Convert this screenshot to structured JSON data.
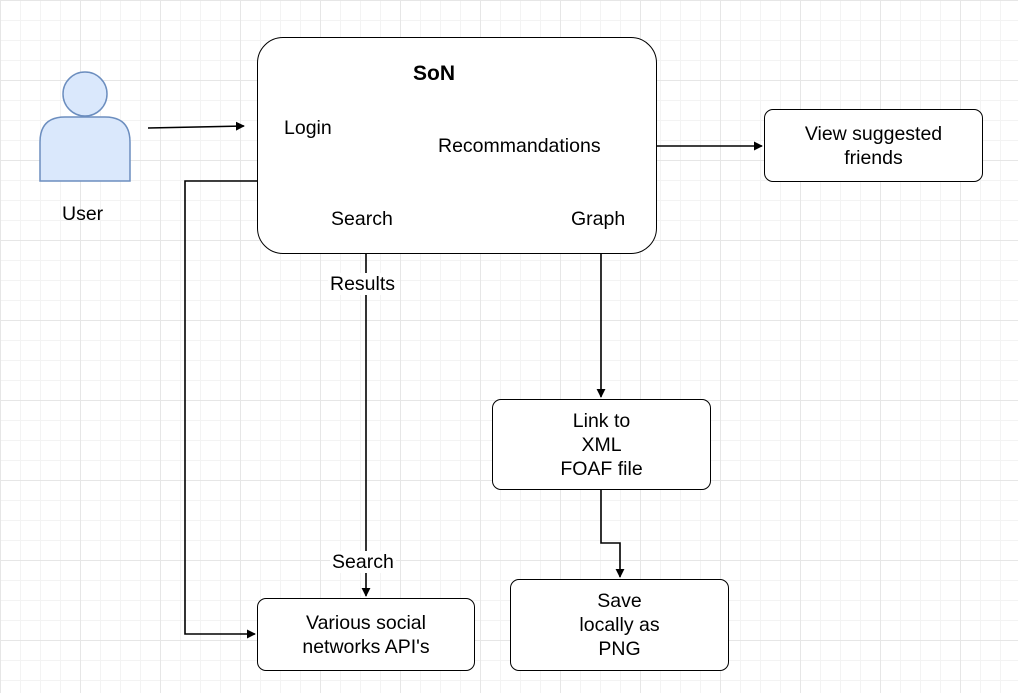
{
  "actor": {
    "label": "User"
  },
  "son": {
    "title": "SoN",
    "login": "Login",
    "recommendations": "Recommandations",
    "search": "Search",
    "graph": "Graph"
  },
  "nodes": {
    "view_friends": "View suggested\nfriends",
    "link_foaf": "Link to\nXML\nFOAF file",
    "save_png": "Save\nlocally as\nPNG",
    "social_apis": "Various social\nnetworks API's"
  },
  "edge_labels": {
    "results": "Results",
    "search": "Search"
  },
  "colors": {
    "actor_fill": "#dae8fc",
    "actor_stroke": "#6c8ebf"
  }
}
